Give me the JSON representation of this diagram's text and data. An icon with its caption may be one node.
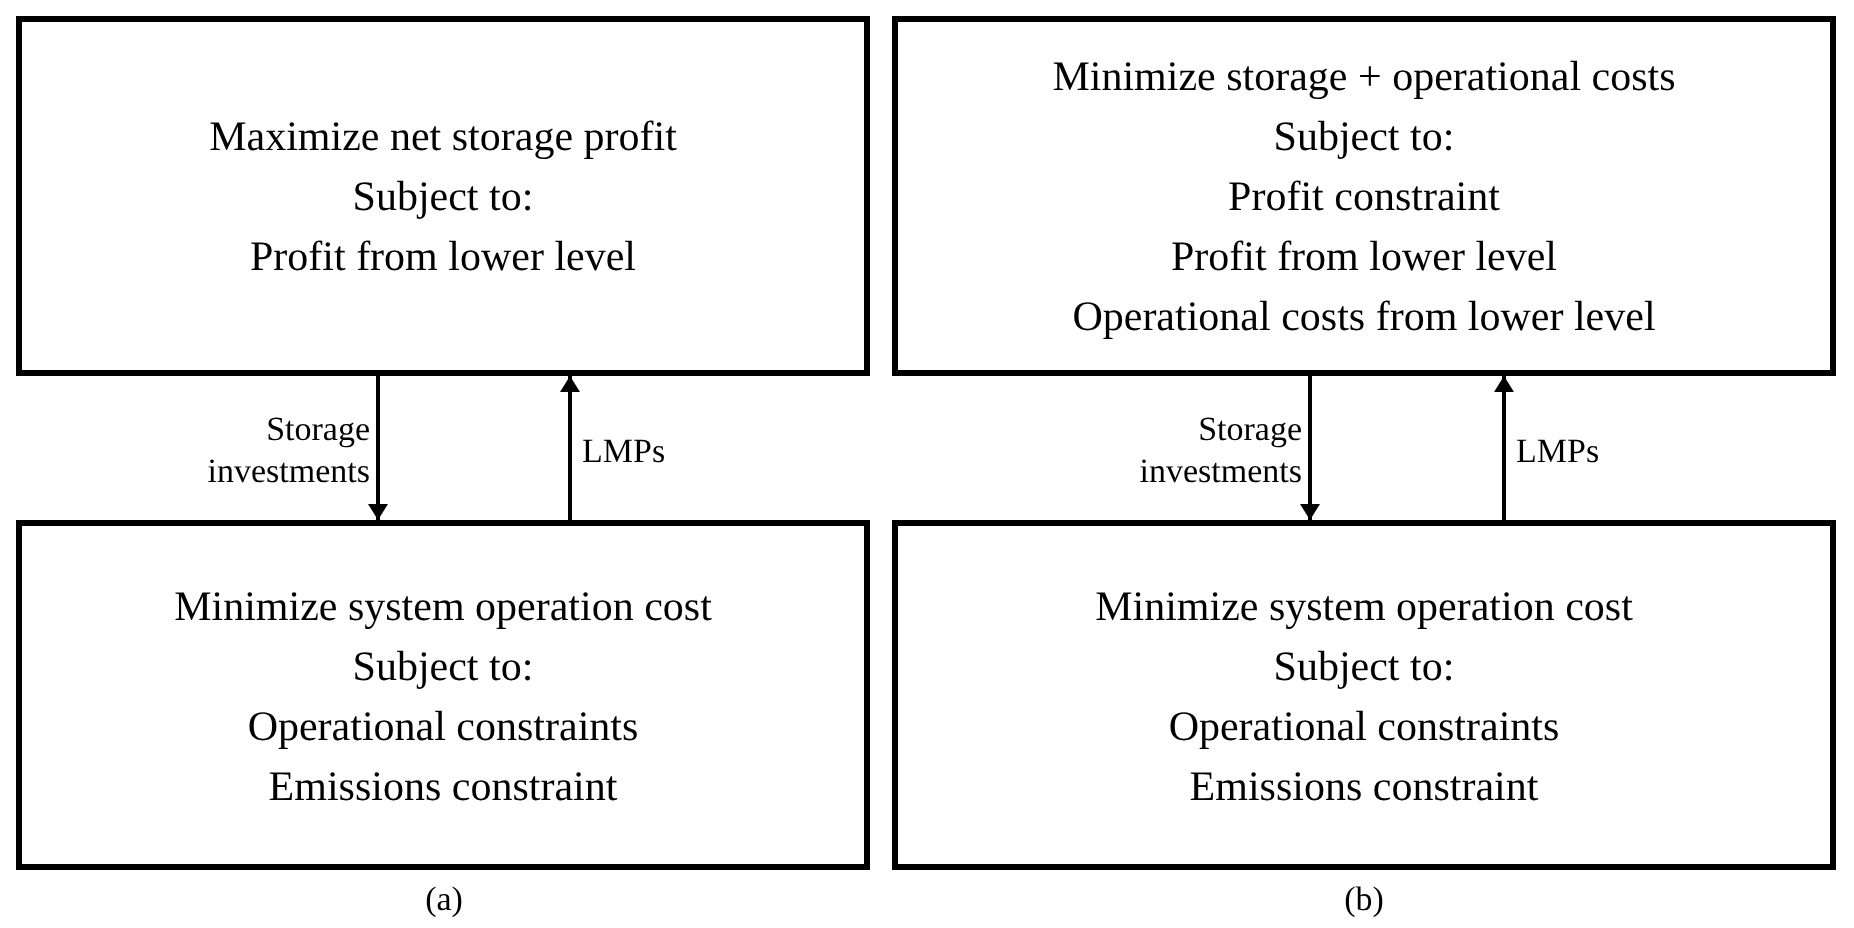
{
  "diagram": {
    "nodes": [
      {
        "text": [
          "Maximize net storage profit",
          "Subject to:",
          "Profit from lower level"
        ]
      },
      {
        "text": [
          "Minimize system operation cost",
          "Subject to:",
          "Operational constraints",
          "Emissions constraint"
        ]
      },
      {
        "text": [
          "Minimize storage + operational costs",
          "Subject to:",
          "Profit constraint",
          "Profit from lower level",
          "Operational costs from lower level"
        ]
      },
      {
        "text": [
          "Minimize system operation cost",
          "Subject to:",
          "Operational constraints",
          "Emissions constraint"
        ]
      }
    ],
    "edges": [
      {
        "from": 0,
        "to": 1,
        "arrow": "to",
        "label": "Storage investments"
      },
      {
        "from": 1,
        "to": 0,
        "arrow": "to",
        "label": "LMPs"
      },
      {
        "from": 2,
        "to": 3,
        "arrow": "to",
        "label": "Storage investments"
      },
      {
        "from": 3,
        "to": 2,
        "arrow": "to",
        "label": "LMPs"
      }
    ],
    "labels": [
      "(a)",
      "(b)"
    ]
  }
}
